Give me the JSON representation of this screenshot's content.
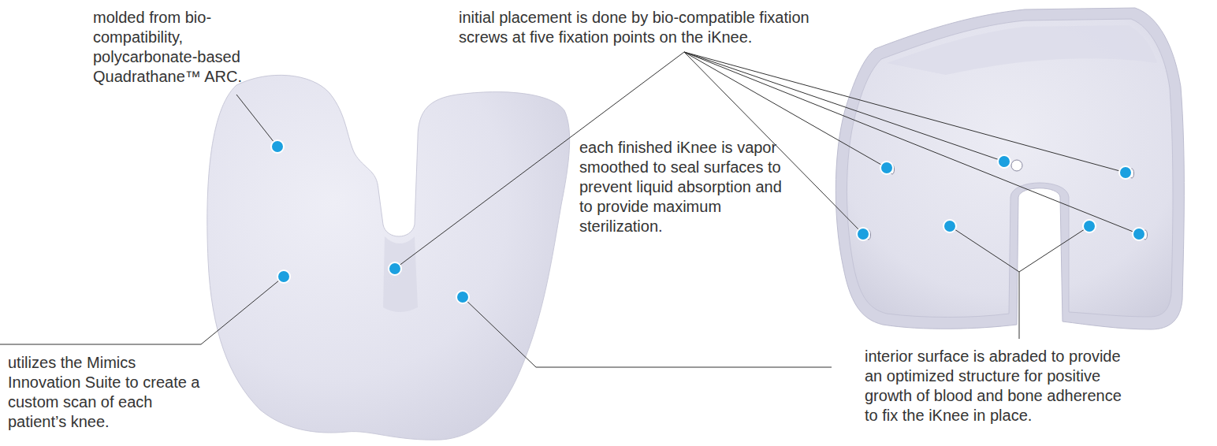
{
  "diagram": {
    "labels": [
      "molded from bio-compatibility, polycarbonate-based Quadrathane™ ARC.",
      "initial placement is done by bio-compatible fixation screws at five fixation points on the iKnee.",
      "each finished iKnee is vapor smoothed to seal surfaces to prevent liquid absorption and to provide maximum sterilization.",
      "utilizes the Mimics Innovation Suite to create a custom scan of each patient’s knee.",
      "interior surface is abraded to provide an optimized structure for positive growth of blood and bone adherence to fix the iKnee in place."
    ]
  }
}
